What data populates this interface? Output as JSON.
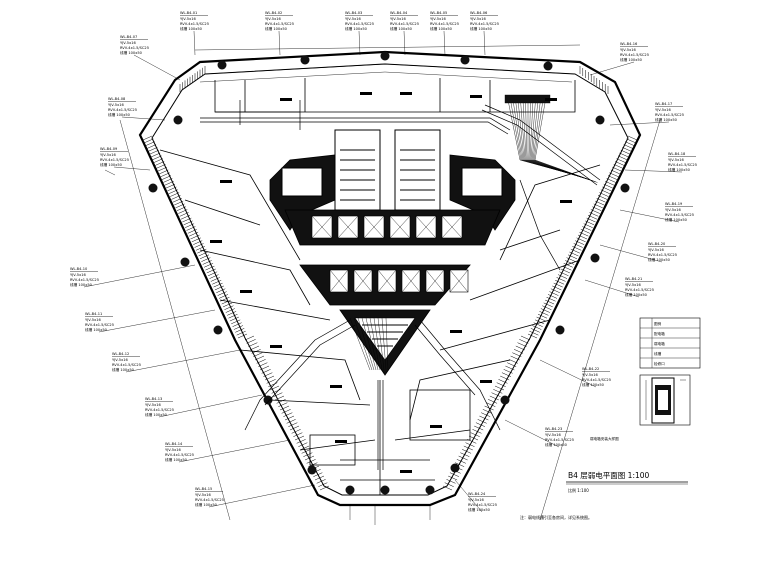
{
  "drawing": {
    "title": "B4 层弱电平面图 1:100",
    "scale_note": "比例 1:100",
    "footnote": "注：弱电线槽引至各房间，详见系统图。",
    "detail_caption": "弱电箱安装大样图"
  },
  "legend": {
    "rows": [
      "图例",
      "配电箱",
      "弱电箱",
      "线槽",
      "检修口"
    ]
  },
  "annotation_template": {
    "line1": "WL-B4-01",
    "line2": "YJV-5x16",
    "line3": "RVV-4x1.5/SC25",
    "line4": "线槽 100x50"
  },
  "annotations_top": [
    "WL-B4-01",
    "WL-B4-02",
    "WL-B4-03",
    "WL-B4-04",
    "WL-B4-05",
    "WL-B4-06"
  ],
  "annotations_left": [
    "WL-B4-07",
    "WL-B4-08",
    "WL-B4-09",
    "WL-B4-10",
    "WL-B4-11",
    "WL-B4-12",
    "WL-B4-13",
    "WL-B4-14",
    "WL-B4-15"
  ],
  "annotations_right": [
    "WL-B4-16",
    "WL-B4-17",
    "WL-B4-18",
    "WL-B4-19",
    "WL-B4-20",
    "WL-B4-21",
    "WL-B4-22",
    "WL-B4-23",
    "WL-B4-24"
  ]
}
